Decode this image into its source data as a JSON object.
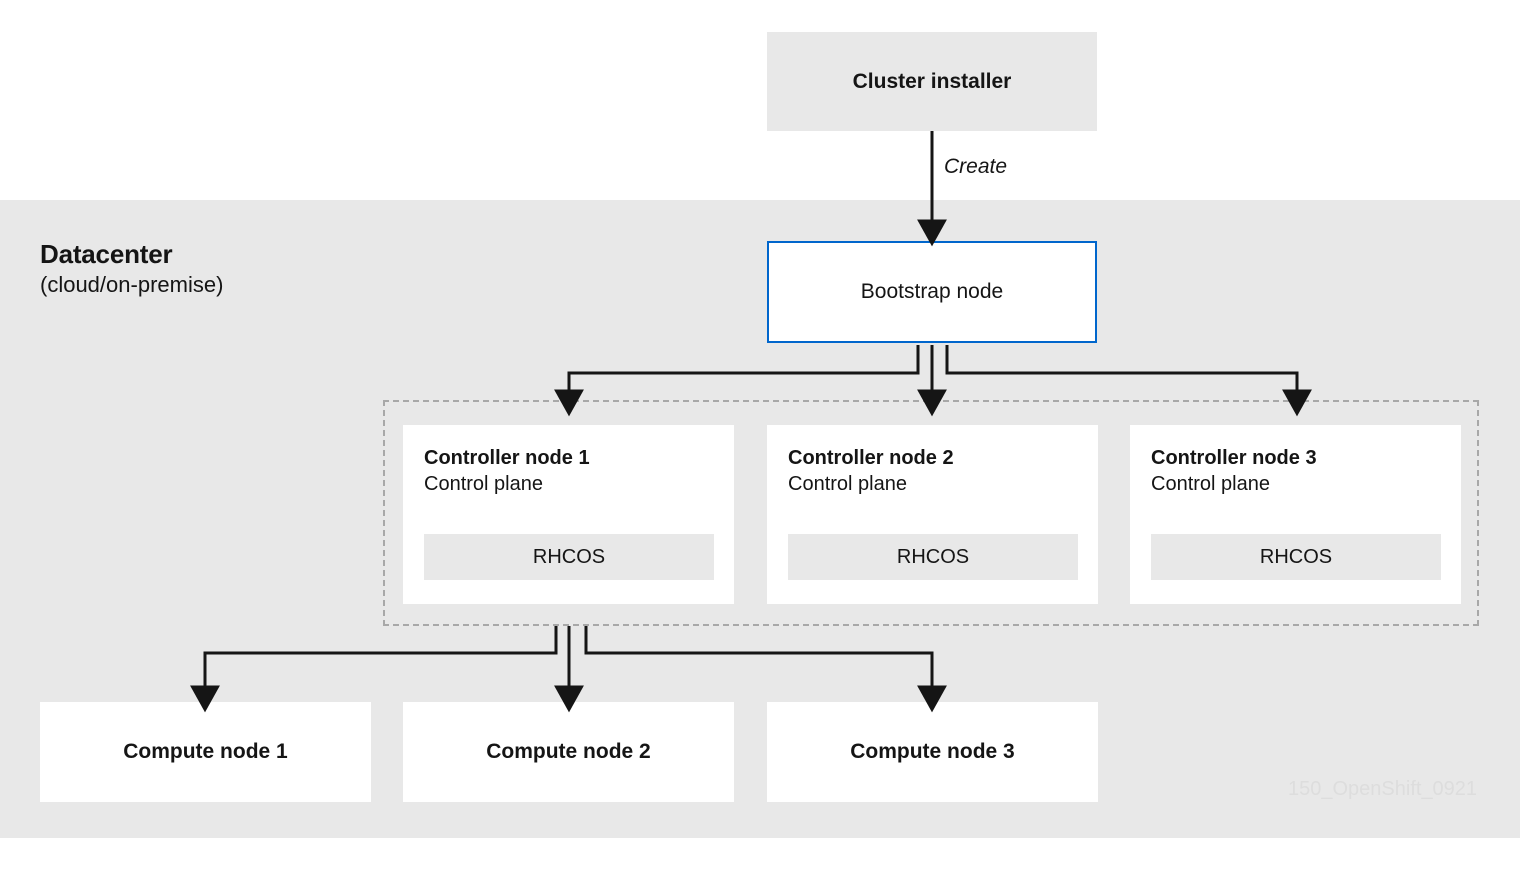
{
  "diagram": {
    "title_watermark": "150_OpenShift_0921",
    "colors": {
      "datacenter_bg": "#e8e8e8",
      "node_fill": "#ffffff",
      "installer_fill": "#e8e8e8",
      "bootstrap_border": "#0066cc",
      "group_border": "#a8a8a8",
      "edge": "#151515",
      "text": "#151515",
      "watermark": "#dddddd"
    },
    "installer": {
      "label": "Cluster installer"
    },
    "create_edge": {
      "label": "Create"
    },
    "datacenter": {
      "title": "Datacenter",
      "subtitle": "(cloud/on-premise)"
    },
    "bootstrap": {
      "label": "Bootstrap node"
    },
    "control_plane_group": {
      "nodes": [
        {
          "title": "Controller node 1",
          "subtitle": "Control plane",
          "os": "RHCOS"
        },
        {
          "title": "Controller node 2",
          "subtitle": "Control plane",
          "os": "RHCOS"
        },
        {
          "title": "Controller node 3",
          "subtitle": "Control plane",
          "os": "RHCOS"
        }
      ]
    },
    "compute_nodes": [
      {
        "label": "Compute node 1"
      },
      {
        "label": "Compute node 2"
      },
      {
        "label": "Compute node 3"
      }
    ]
  }
}
